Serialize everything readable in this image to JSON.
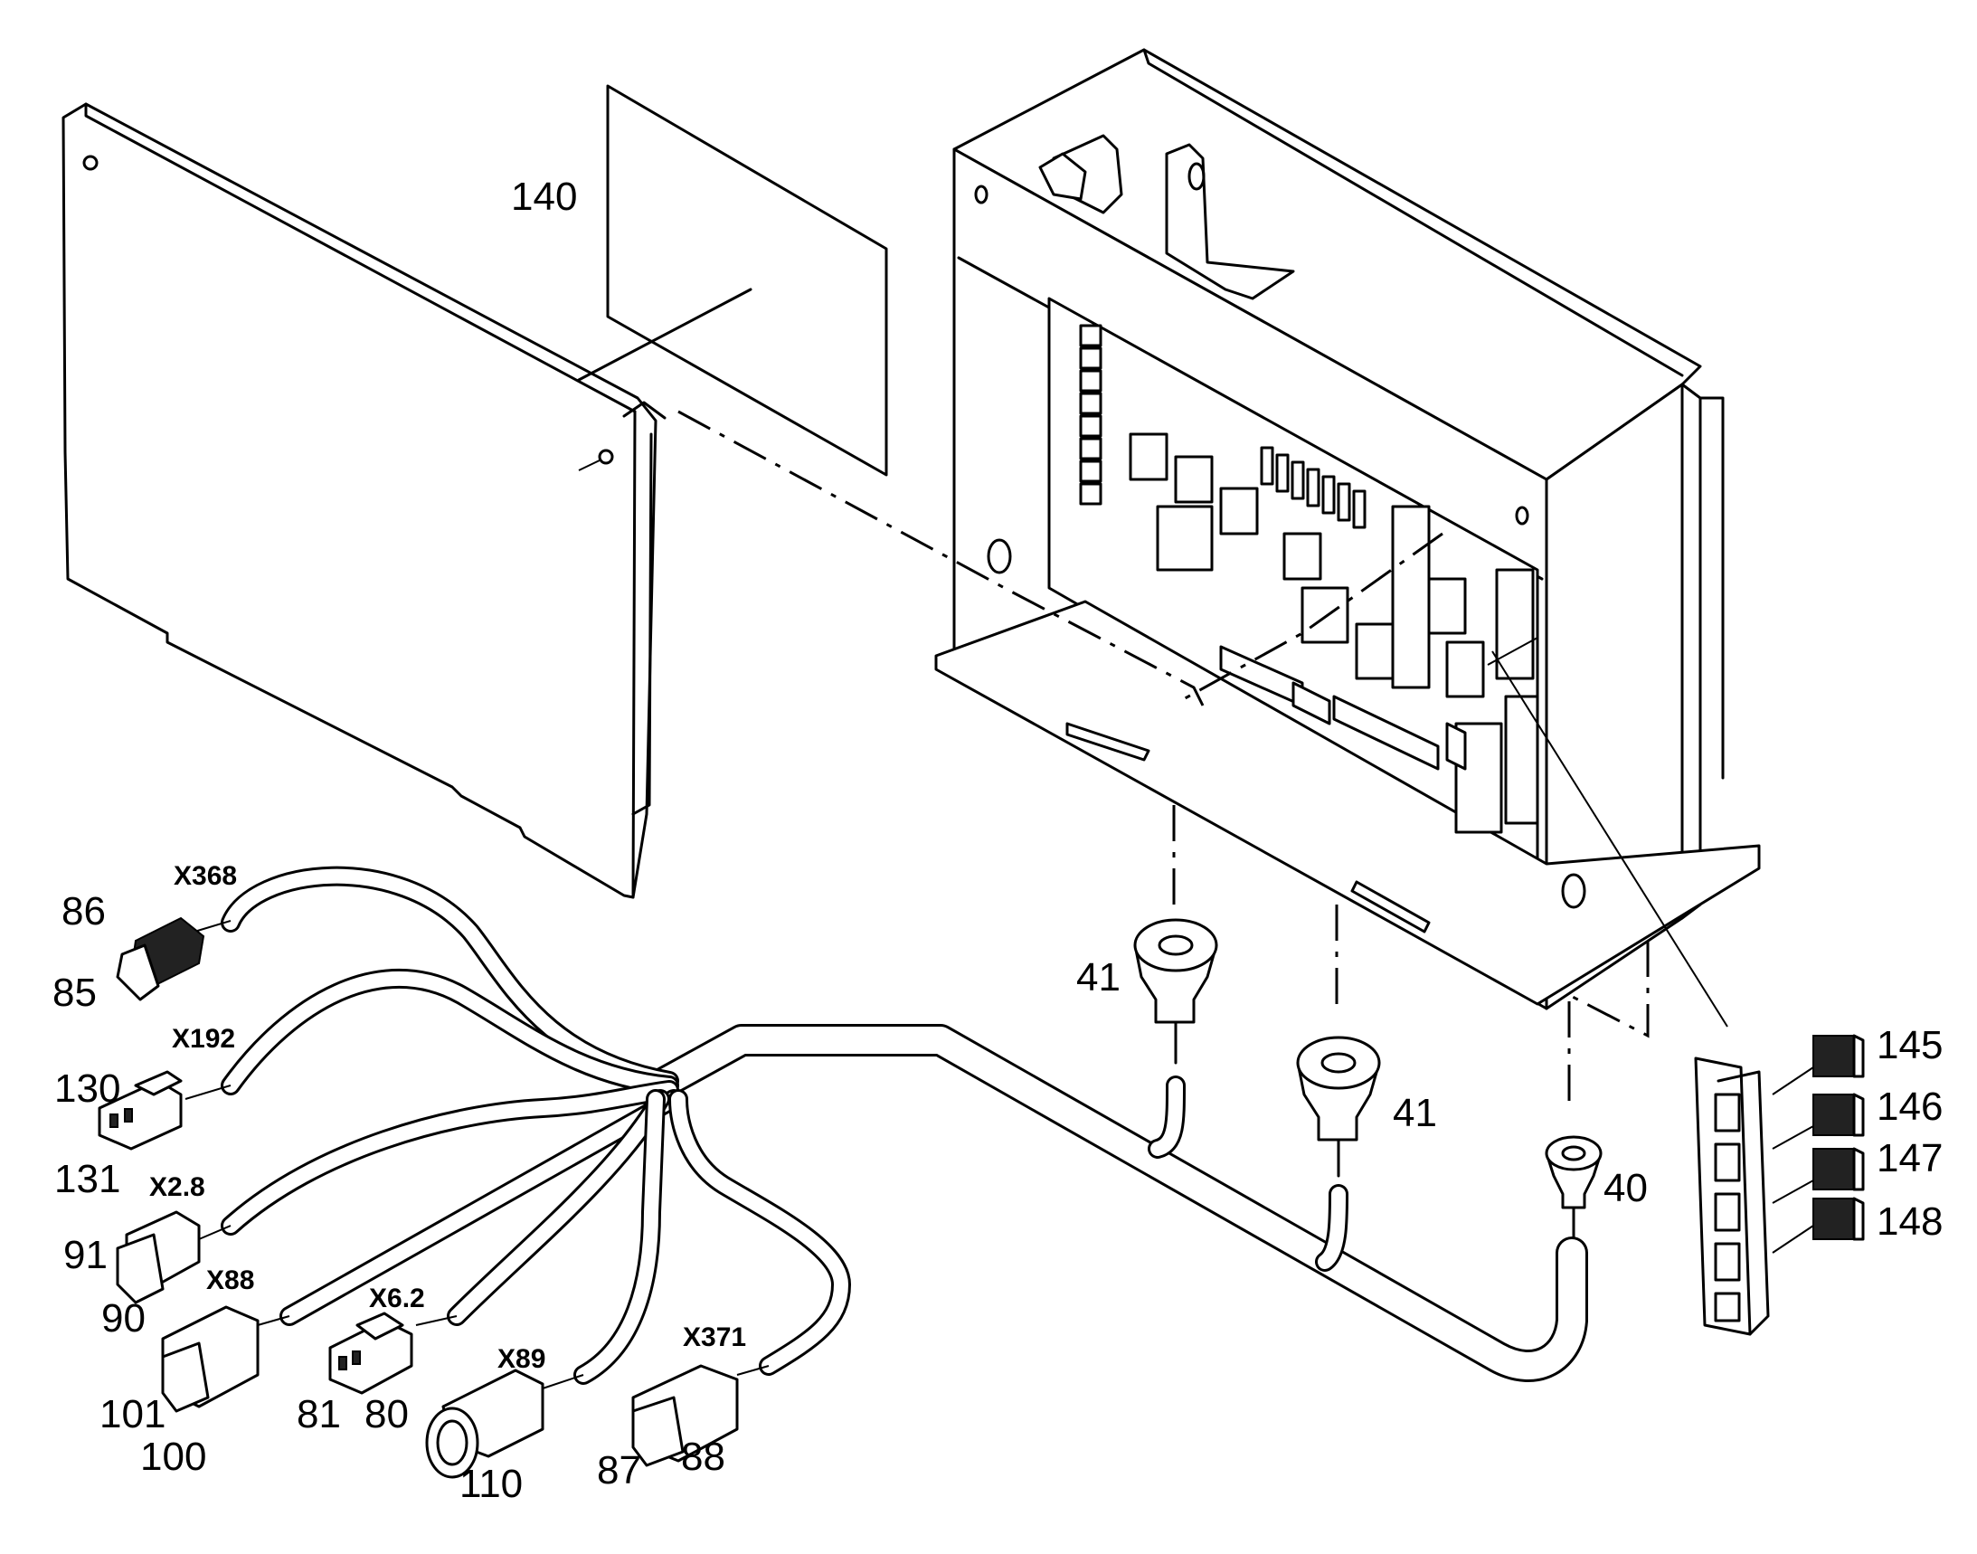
{
  "labels": {
    "p140": "140",
    "p86": "86",
    "p85": "85",
    "p130": "130",
    "p131": "131",
    "p91": "91",
    "p90": "90",
    "p101": "101",
    "p100": "100",
    "p81": "81",
    "p80": "80",
    "p110": "110",
    "p87": "87",
    "p88": "88",
    "p41a": "41",
    "p41b": "41",
    "p40": "40",
    "p145": "145",
    "p146": "146",
    "p147": "147",
    "p148": "148"
  },
  "connectors": {
    "x368": "X368",
    "x192": "X192",
    "x28": "X2.8",
    "x88": "X88",
    "x62": "X6.2",
    "x89": "X89",
    "x371": "X371"
  }
}
